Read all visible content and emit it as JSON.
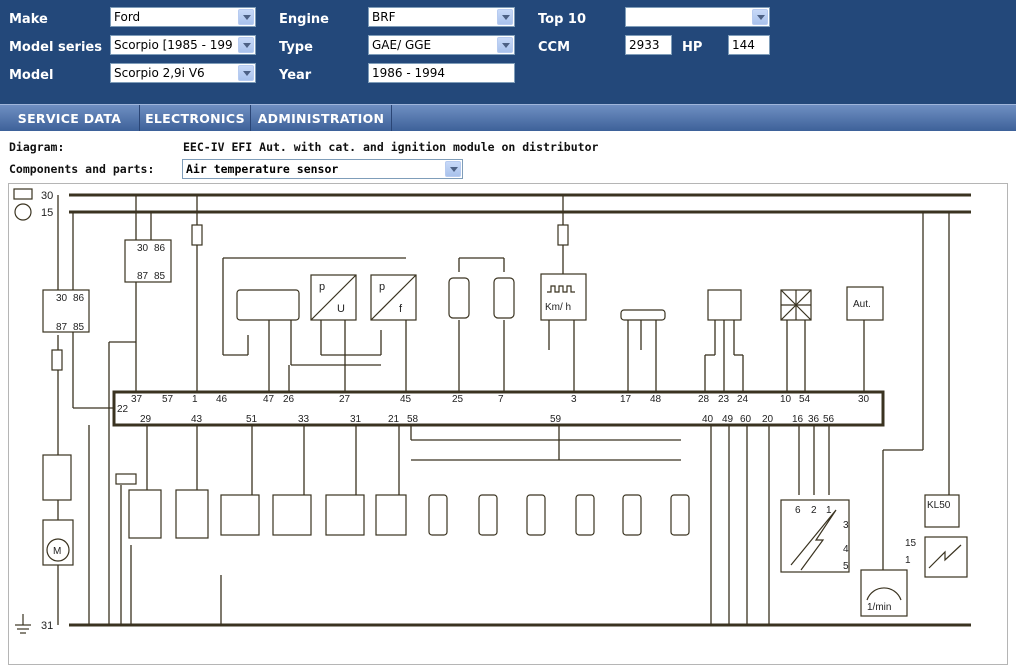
{
  "form": {
    "make_label": "Make",
    "make_value": "Ford",
    "model_series_label": "Model series",
    "model_series_value": "Scorpio [1985 - 199",
    "model_label": "Model",
    "model_value": "Scorpio 2,9i V6",
    "engine_label": "Engine",
    "engine_value": "BRF",
    "type_label": "Type",
    "type_value": "GAE/ GGE",
    "year_label": "Year",
    "year_value": "1986 - 1994",
    "top10_label": "Top 10",
    "top10_value": "",
    "ccm_label": "CCM",
    "ccm_value": "2933",
    "hp_label": "HP",
    "hp_value": "144"
  },
  "tabs": [
    "SERVICE DATA",
    "ELECTRONICS",
    "ADMINISTRATION"
  ],
  "diagram_info": {
    "diagram_label": "Diagram:",
    "diagram_value": "EEC-IV EFI Aut. with cat. and ignition module on distributor",
    "components_label": "Components and parts:",
    "components_value": "Air temperature sensor"
  },
  "schematic": {
    "rail_30": "30",
    "rail_15": "15",
    "rail_31": "31",
    "relay1_pins": [
      "30",
      "86",
      "87",
      "85"
    ],
    "relay2_pins": [
      "30",
      "86",
      "87",
      "85"
    ],
    "ecu_top_pins": [
      "37",
      "57",
      "1",
      "46",
      "47",
      "26",
      "27",
      "45",
      "25",
      "7",
      "3",
      "17",
      "48",
      "28",
      "23",
      "24",
      "10",
      "54",
      "30"
    ],
    "ecu_left_pin": "22",
    "ecu_bottom_pins": [
      "29",
      "43",
      "51",
      "33",
      "31",
      "21",
      "58",
      "59",
      "40",
      "49",
      "60",
      "20",
      "16",
      "36",
      "56"
    ],
    "sensor_p_u": [
      "p",
      "U"
    ],
    "sensor_p_f": [
      "p",
      "f"
    ],
    "speed_label": "Km/ h",
    "aut_label": "Aut.",
    "motor_label": "M",
    "module_pins_top": [
      "6",
      "2",
      "1"
    ],
    "module_pins_right": [
      "3",
      "4",
      "5"
    ],
    "kl50_label": "KL50",
    "coil_pins": [
      "15",
      "1"
    ],
    "tacho_label": "1/min"
  }
}
